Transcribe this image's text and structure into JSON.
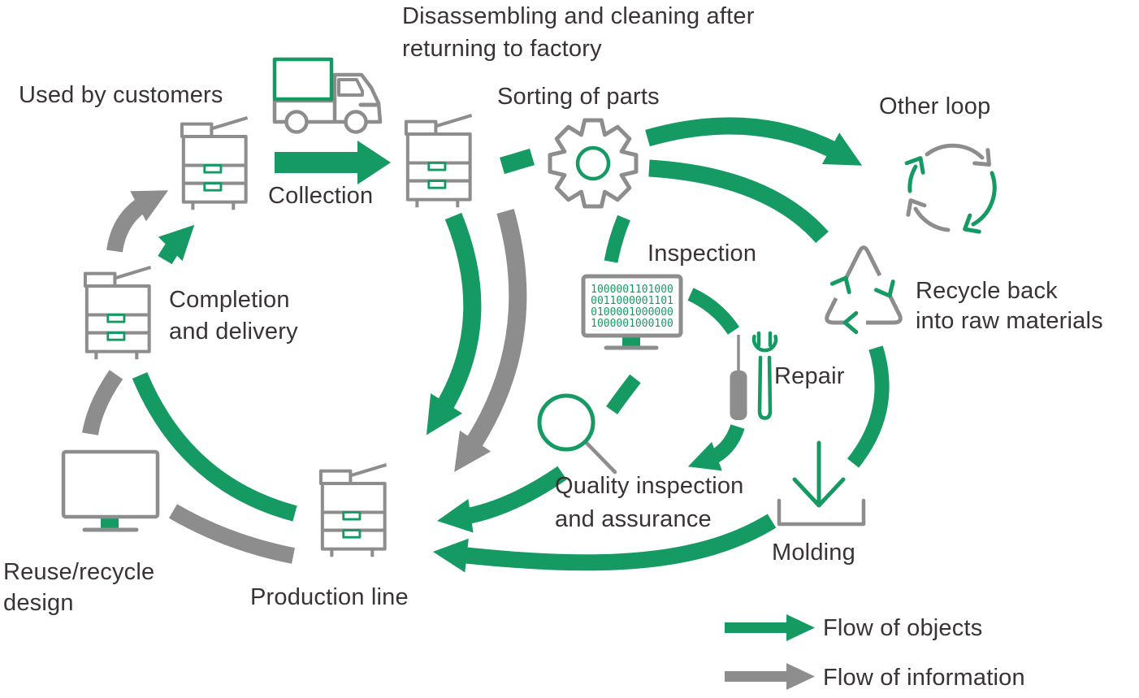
{
  "diagram": {
    "title_implicit": "Product recycling flow",
    "colors": {
      "green": "#169a63",
      "gray": "#8d8d8d",
      "text": "#3b3234",
      "background": "#ffffff"
    },
    "labels": {
      "disassembling_line1": "Disassembling and cleaning after",
      "disassembling_line2": "returning to factory",
      "used_by_customers": "Used by customers",
      "collection": "Collection",
      "sorting_of_parts": "Sorting of parts",
      "other_loop": "Other loop",
      "inspection": "Inspection",
      "recycle_back_line1": "Recycle back",
      "recycle_back_line2": "into raw materials",
      "repair": "Repair",
      "quality_line1": "Quality inspection",
      "quality_line2": "and assurance",
      "molding": "Molding",
      "completion_line1": "Completion",
      "completion_line2": "and delivery",
      "production_line": "Production line",
      "reuse_line1": "Reuse/recycle",
      "reuse_line2": "design"
    },
    "inspection_screen": {
      "line1": "1000001101000",
      "line2": "0011000001101",
      "line3": "0100001000000",
      "line4": "1000001000100"
    },
    "legend": {
      "objects": "Flow of objects",
      "information": "Flow of information"
    },
    "icons": [
      "copier-icon",
      "truck-icon",
      "gear-icon",
      "monitor-binary-icon",
      "wrench-icon",
      "screwdriver-icon",
      "magnifier-icon",
      "recycle-triangle-icon",
      "circular-loop-icon",
      "molding-icon",
      "monitor-icon"
    ]
  }
}
